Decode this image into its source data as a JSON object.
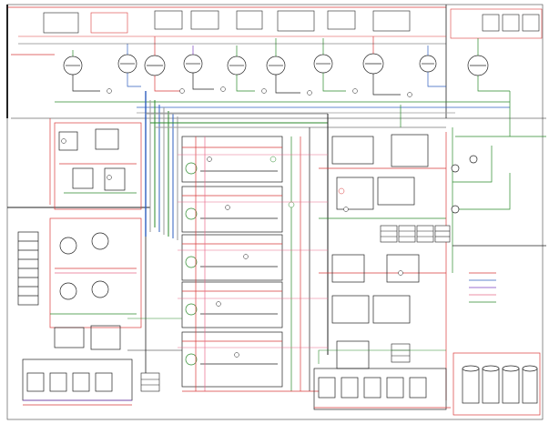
{
  "diagram": {
    "type": "piping-and-instrumentation",
    "background": "#ffffff",
    "line_colors": {
      "process": "#d93a3a",
      "pink": "#e86a8a",
      "water": "#2b8a2b",
      "utility": "#2f5fbf",
      "steam": "#7a3fbf",
      "frame": "#222222",
      "light": "#9a9a9a"
    },
    "top_reactors": 10,
    "bottom_tanks": 4,
    "tables": 6,
    "legend_entries": 5
  }
}
